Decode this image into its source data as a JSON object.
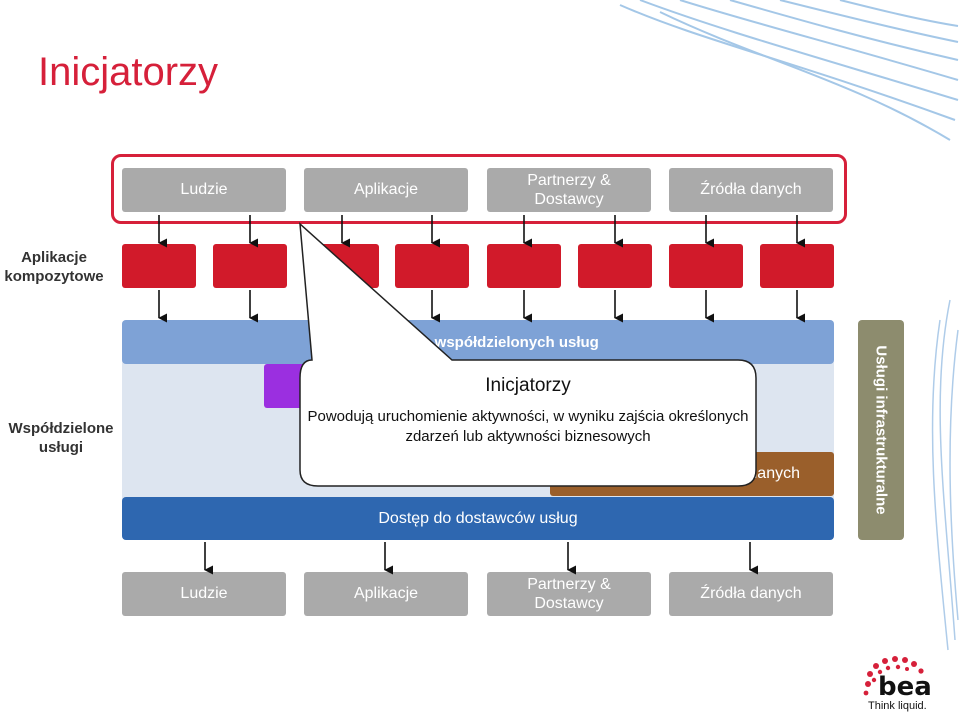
{
  "title": "Inicjatorzy",
  "top_row": [
    "Ludzie",
    "Aplikacje",
    "Partnerzy & Dostawcy",
    "Źródła danych"
  ],
  "bottom_row": [
    "Ludzie",
    "Aplikacje",
    "Partnerzy & Dostawcy",
    "Źródła danych"
  ],
  "left_labels": {
    "composite": "Aplikacje kompozytowe",
    "shared": "Współdzielone usługi"
  },
  "shared_layer": {
    "top_bar": "Dostęp do współdzielonych usług",
    "data_box": "Dostęp do źródeł danych",
    "bottom_bar": "Dostęp do dostawców usług"
  },
  "infra_label": "Usługi infrastrukturalne",
  "callout": {
    "title": "Inicjatorzy",
    "body": "Powodują uruchomienie aktywności, w wyniku zajścia określonych zdarzeń lub aktywności biznesowych"
  },
  "logo": {
    "word": "bea",
    "tagline": "Think liquid."
  },
  "colors": {
    "accent_red": "#d6203a",
    "box_red": "#d11a2a",
    "grey": "#aaaaaa",
    "light_blue": "#7ea2d6",
    "dark_blue": "#2e67b0",
    "purple": "#9b2fe0",
    "brown": "#9a5f2b",
    "olive": "#8d8c6e"
  }
}
